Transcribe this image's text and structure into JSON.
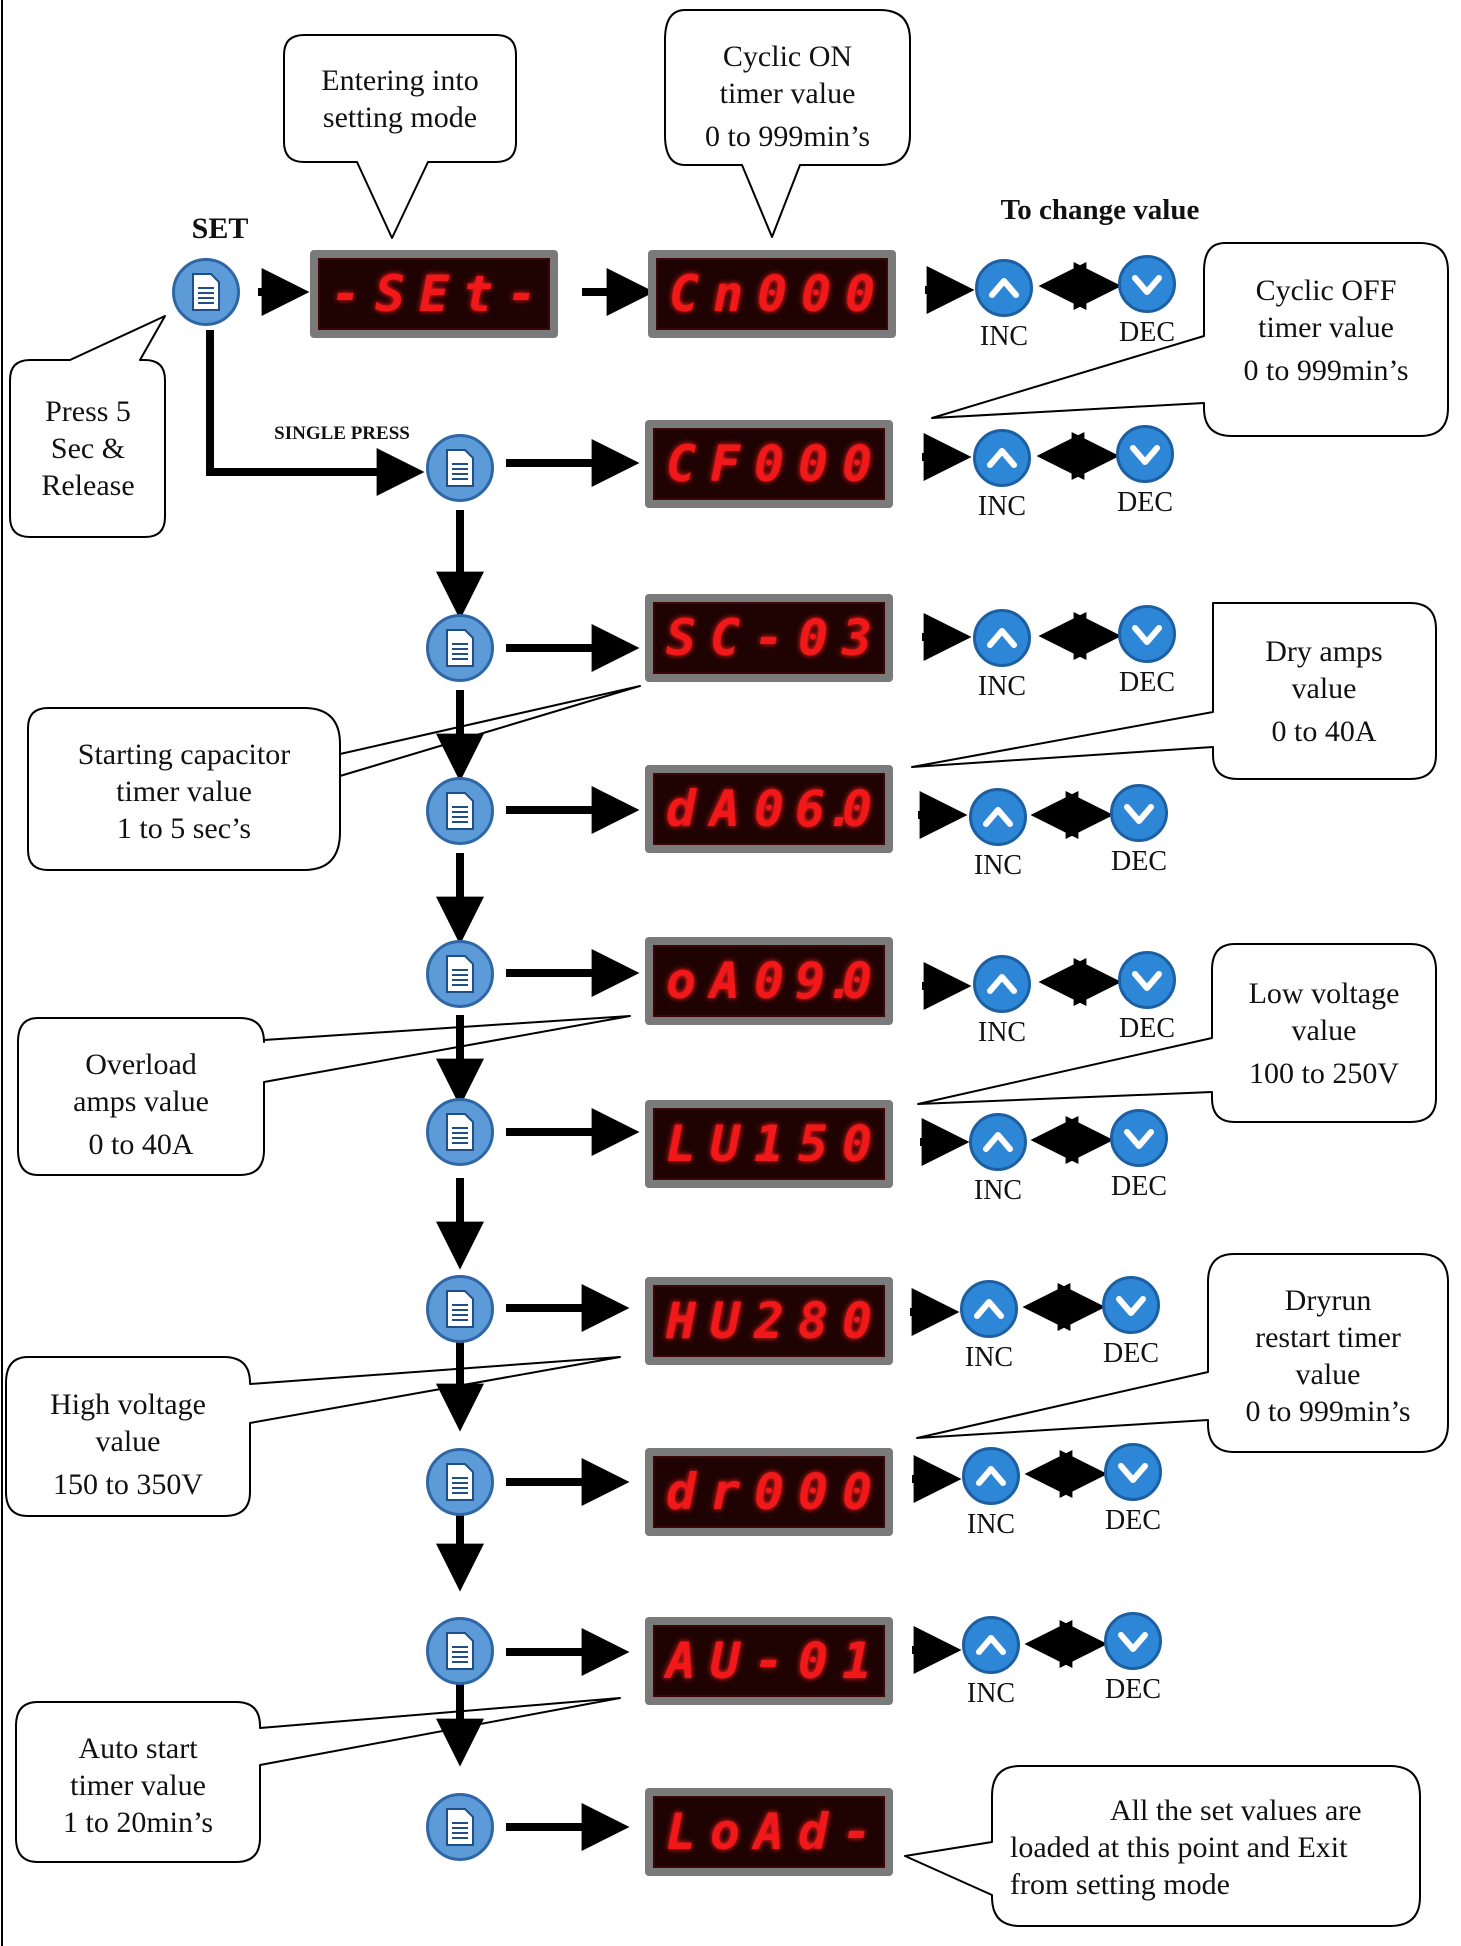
{
  "set_button": {
    "label": "SET"
  },
  "single_press_label": "SINGLE PRESS",
  "change_value_heading": "To change value",
  "button_labels": {
    "inc": "INC",
    "dec": "DEC"
  },
  "displays": [
    {
      "id": "set",
      "text": "-SEt-"
    },
    {
      "id": "cn",
      "text": "Cn000"
    },
    {
      "id": "cf",
      "text": "CF000"
    },
    {
      "id": "sc",
      "text": "SC-03"
    },
    {
      "id": "da",
      "text": "dA06.0"
    },
    {
      "id": "oa",
      "text": "oA09.0"
    },
    {
      "id": "lu",
      "text": "LU150"
    },
    {
      "id": "hu",
      "text": "HU280"
    },
    {
      "id": "dr",
      "text": "dr000"
    },
    {
      "id": "au",
      "text": "AU-01"
    },
    {
      "id": "load",
      "text": "LoAd-"
    }
  ],
  "callouts": {
    "press5": [
      "Press 5",
      "Sec &",
      "Release"
    ],
    "setting": [
      "Entering into",
      "setting mode"
    ],
    "cyclic_on": [
      "Cyclic ON",
      "timer value",
      "0 to 999min’s"
    ],
    "cyclic_off": [
      "Cyclic OFF",
      "timer value",
      "0 to 999min’s"
    ],
    "starting_cap": [
      "Starting capacitor",
      "timer value",
      "1 to 5 sec’s"
    ],
    "dry_amps": [
      "Dry amps",
      "value",
      "0 to 40A"
    ],
    "overload": [
      "Overload",
      "amps value",
      "0 to 40A"
    ],
    "low_voltage": [
      "Low voltage",
      "value",
      "100 to 250V"
    ],
    "high_voltage": [
      "High voltage",
      "value",
      "150 to 350V"
    ],
    "dryrun": [
      "Dryrun",
      "restart timer",
      "value",
      "0 to 999min’s"
    ],
    "auto_start": [
      "Auto start",
      "timer value",
      "1 to 20min’s"
    ],
    "load_note": [
      "All the set values are",
      "loaded at this point and Exit",
      "from setting mode"
    ]
  },
  "colors": {
    "segment": "#f01818",
    "button": "#2e86d6",
    "doc_button": "#5d9ad8",
    "display_frame": "#7a7a7a"
  }
}
